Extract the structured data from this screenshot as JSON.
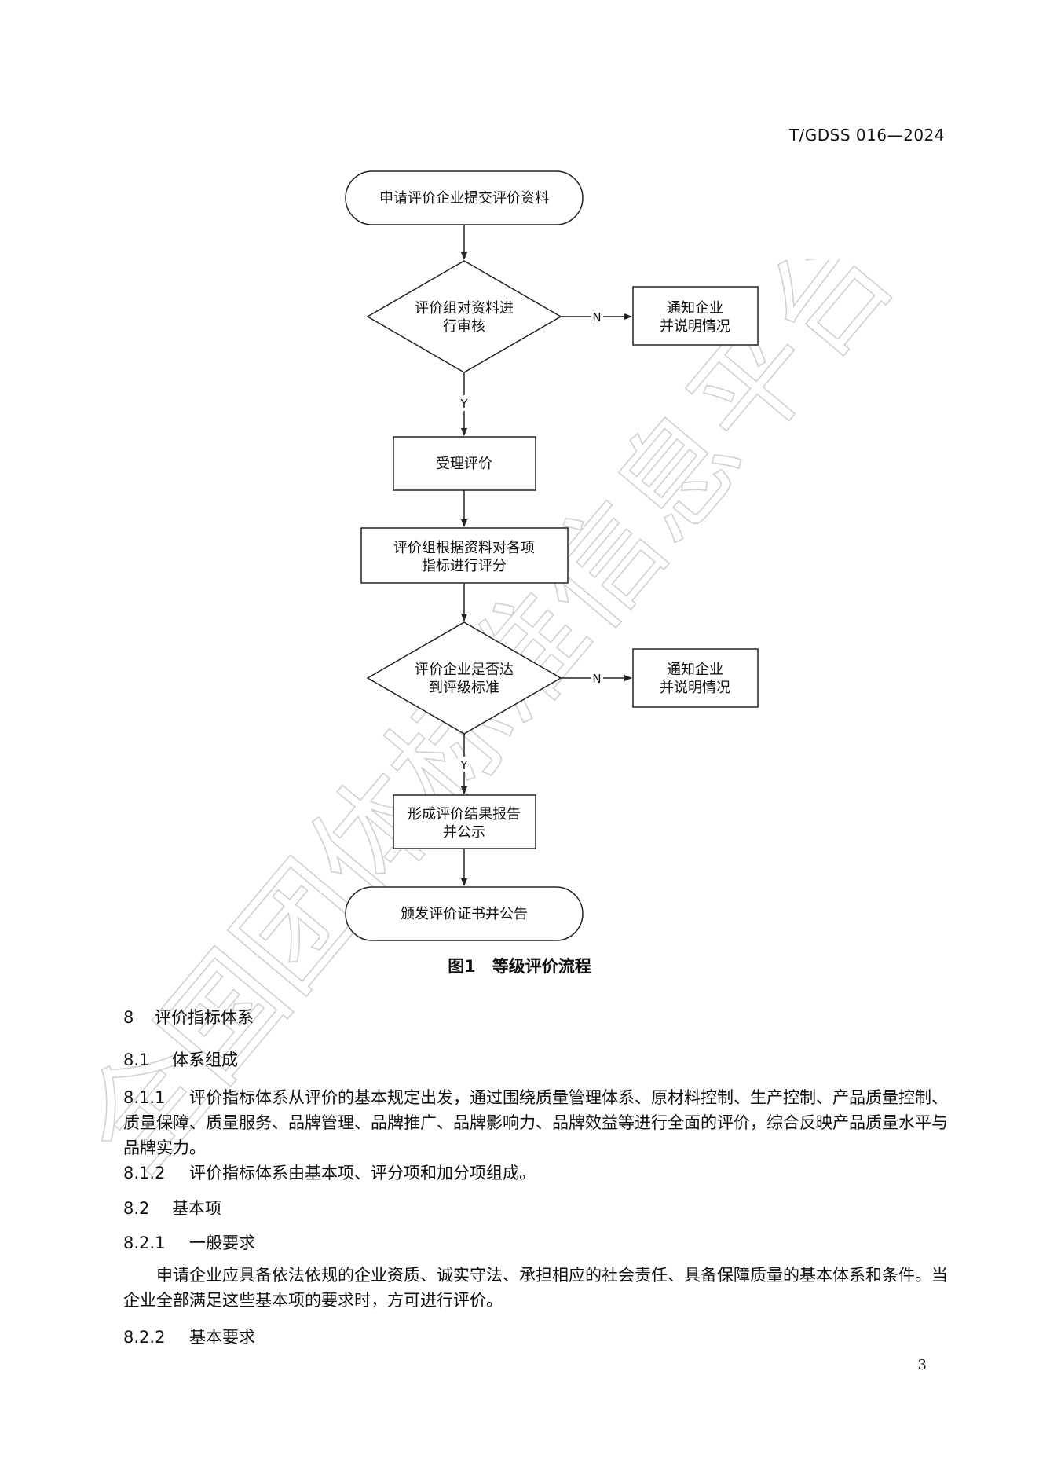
{
  "header": {
    "doc_code": "T/GDSS 016—2024"
  },
  "flowchart": {
    "nodes": {
      "start": "申请评价企业提交评价资料",
      "review_line1": "评价组对资料进",
      "review_line2": "行审核",
      "notify1_line1": "通知企业",
      "notify1_line2": "并说明情况",
      "accept": "受理评价",
      "score_line1": "评价组根据资料对各项",
      "score_line2": "指标进行评分",
      "check_line1": "评价企业是否达",
      "check_line2": "到评级标准",
      "notify2_line1": "通知企业",
      "notify2_line2": "并说明情况",
      "report_line1": "形成评价结果报告",
      "report_line2": "并公示",
      "end": "颁发评价证书并公告"
    },
    "labels": {
      "no": "N",
      "yes": "Y"
    }
  },
  "figure_caption": "图1　等级评价流程",
  "sections": {
    "s8": {
      "num": "8",
      "title": "评价指标体系"
    },
    "s8_1": {
      "num": "8.1",
      "title": "体系组成"
    },
    "p8_1_1_num": "8.1.1",
    "p8_1_1_text": "评价指标体系从评价的基本规定出发，通过围绕质量管理体系、原材料控制、生产控制、产品质量控制、质量保障、质量服务、品牌管理、品牌推广、品牌影响力、品牌效益等进行全面的评价，综合反映产品质量水平与品牌实力。",
    "p8_1_2_num": "8.1.2",
    "p8_1_2_text": "评价指标体系由基本项、评分项和加分项组成。",
    "s8_2": {
      "num": "8.2",
      "title": "基本项"
    },
    "s8_2_1": {
      "num": "8.2.1",
      "title": "一般要求"
    },
    "p8_2_1_text": "申请企业应具备依法依规的企业资质、诚实守法、承担相应的社会责任、具备保障质量的基本体系和条件。当企业全部满足这些基本项的要求时，方可进行评价。",
    "s8_2_2": {
      "num": "8.2.2",
      "title": "基本要求"
    }
  },
  "footer": {
    "page_number": "3"
  },
  "watermark_text": "全国团体标准信息平台"
}
